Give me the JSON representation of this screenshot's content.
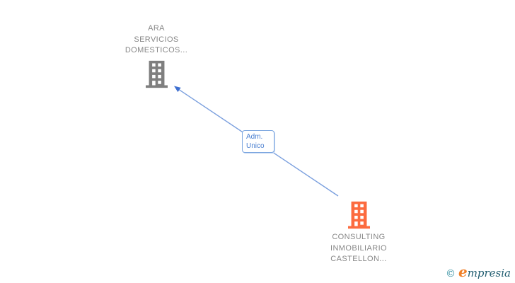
{
  "diagram": {
    "background_color": "#ffffff",
    "nodes": [
      {
        "name": "ara-servicios-domesticos",
        "label_lines": [
          "ARA",
          "SERVICIOS",
          "DOMESTICOS..."
        ],
        "icon": "building-icon",
        "icon_color": "#7f7f7f"
      },
      {
        "name": "consulting-inmobiliario-castellon",
        "label_lines": [
          "CONSULTING",
          "INMOBILIARIO",
          "CASTELLON..."
        ],
        "icon": "building-icon",
        "icon_color": "#fc6b3f"
      }
    ],
    "edge": {
      "label_lines": [
        "Adm.",
        "Unico"
      ],
      "line_color": "#7a9fde",
      "arrow_color": "#3e6fd0",
      "label_text_color": "#4a7fd0",
      "label_border_color": "#7da7e0"
    },
    "label_text_color": "#878787"
  },
  "watermark": {
    "copyright_symbol": "©",
    "brand_initial": "e",
    "brand_rest": "mpresia",
    "copyright_color": "#2e8c9e",
    "brand_initial_color": "#f08028",
    "brand_rest_color": "#215d70"
  }
}
